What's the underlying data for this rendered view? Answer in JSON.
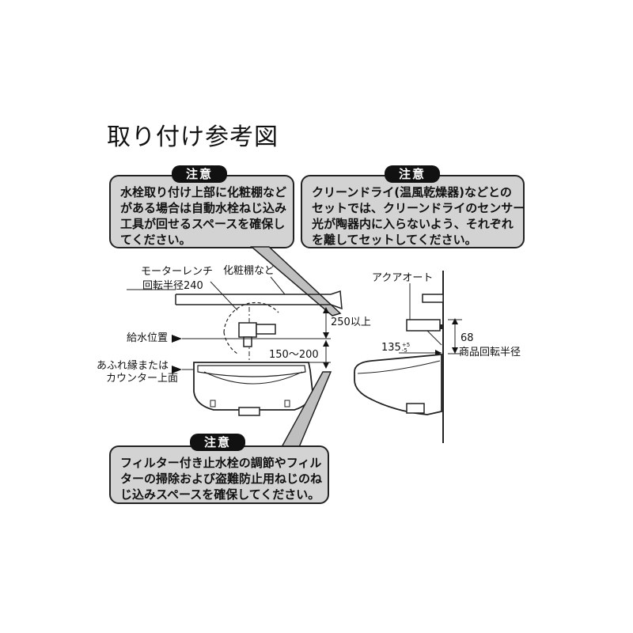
{
  "title": "取り付け参考図",
  "notes": [
    {
      "badge": "注意",
      "lines": [
        "水栓取り付け上部に化粧棚など",
        "がある場合は自動水栓ねじ込み",
        "工具が回せるスペースを確保し",
        "てください。"
      ]
    },
    {
      "badge": "注意",
      "lines": [
        "クリーンドライ(温風乾燥器)などとの",
        "セットでは、クリーンドライのセンサー",
        "光が陶器内に入らないよう、それぞれ",
        "を離してセットしてください。"
      ]
    },
    {
      "badge": "注意",
      "lines": [
        "フィルター付き止水栓の調節やフィル",
        "ターの掃除および盗難防止用ねじのね",
        "じ込みスペースを確保してください。"
      ]
    }
  ],
  "labels": {
    "motor_wrench": "モーターレンチ",
    "rotation_radius": "回転半径240",
    "shelf": "化粧棚など",
    "above250": "250以上",
    "supply_position": "給水位置",
    "range": "150～200",
    "overflow_line1": "あふれ縁または",
    "overflow_line2": "カウンター上面",
    "aqua_auto": "アクアオート",
    "dim68": "68",
    "product_radius": "商品回転半径",
    "dim135": "135",
    "tol_plus": "+5",
    "tol_minus": "-5"
  }
}
